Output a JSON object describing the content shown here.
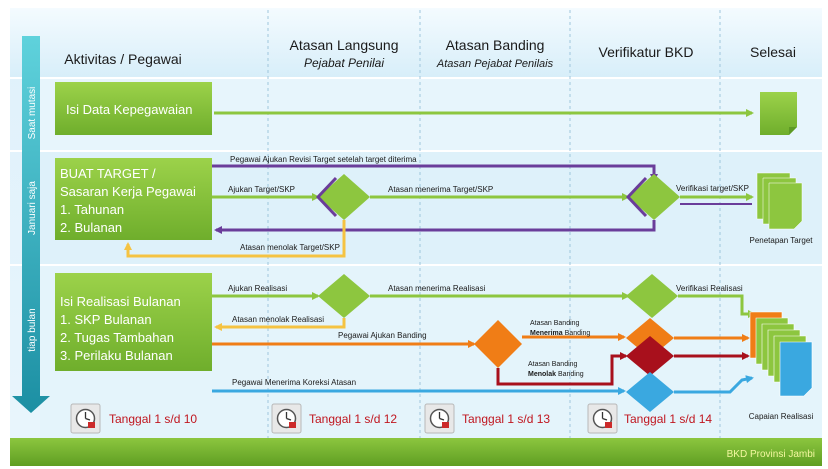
{
  "columns": {
    "aktivitas": "Aktivitas / Pegawai",
    "atasan_langsung": "Atasan Langsung",
    "atasan_langsung_sub": "Pejabat Penilai",
    "atasan_banding": "Atasan Banding",
    "atasan_banding_sub": "Atasan Pejabat Penilais",
    "verifikatur": "Verifikatur BKD",
    "selesai": "Selesai"
  },
  "side_labels": {
    "saat_mutasi": "Saat mutasi",
    "januari_saja": "Januari saja",
    "tiap_bulan": "tiap bulan"
  },
  "boxes": {
    "row1": "Isi Data Kepegawaian",
    "row2_line1": "BUAT TARGET /",
    "row2_line2": "Sasaran Kerja Pegawai",
    "row2_line3": "1.  Tahunan",
    "row2_line4": "2.  Bulanan",
    "row3_line1": "Isi Realisasi Bulanan",
    "row3_line2": "1.  SKP Bulanan",
    "row3_line3": "2.  Tugas Tambahan",
    "row3_line4": "3.  Perilaku Bulanan"
  },
  "arrow_labels": {
    "revisi": "Pegawai Ajukan Revisi Target setelah target diterima",
    "ajukan_target": "Ajukan Target/SKP",
    "atasan_menerima_target": "Atasan menerima Target/SKP",
    "verifikasi_target": "Verifikasi target/SKP",
    "atasan_menolak_target": "Atasan menolak Target/SKP",
    "ajukan_realisasi": "Ajukan Realisasi",
    "atasan_menerima_realisasi": "Atasan menerima Realisasi",
    "verifikasi_realisasi": "Verifikasi Realisasi",
    "atasan_menolak_realisasi": "Atasan menolak Realisasi",
    "pegawai_ajukan_banding": "Pegawai Ajukan Banding",
    "banding_menerima_1": "Atasan Banding",
    "banding_menerima_2": "Menerima",
    "banding_menerima_3": " Banding",
    "banding_menolak_1": "Atasan Banding",
    "banding_menolak_2": "Menolak",
    "banding_menolak_3": " Banding",
    "koreksi": "Pegawai Menerima Koreksi Atasan"
  },
  "outputs": {
    "penetapan": "Penetapan Target",
    "capaian": "Capaian Realisasi"
  },
  "deadlines": {
    "d1": "Tanggal 1 s/d 10",
    "d2": "Tanggal 1 s/d 12",
    "d3": "Tanggal 1 s/d 13",
    "d4": "Tanggal 1 s/d 14"
  },
  "footer": "BKD Provinsi Jambi",
  "colors": {
    "green": "#8dc63f",
    "green_dark": "#5e9a25",
    "purple": "#6a3d9a",
    "yellow": "#f5c342",
    "orange": "#f07d16",
    "dark_red": "#a8101c",
    "blue": "#3aa8e0",
    "teal": "#2bb3c0"
  }
}
